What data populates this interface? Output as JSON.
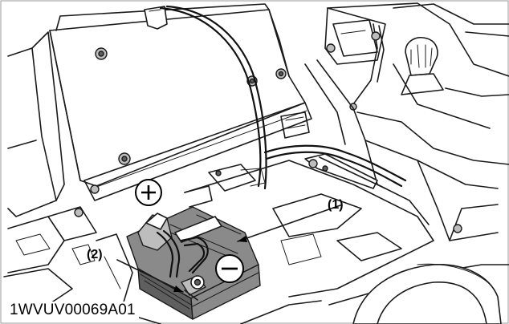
{
  "figure_code": "1WVUV00069A01",
  "callouts": {
    "battery_cable": "(1)",
    "terminal_cover": "(2)"
  },
  "symbols": {
    "positive": "+",
    "negative": "−"
  },
  "colors": {
    "line": "#1a1a1a",
    "battery_fill": "#8a8a8a",
    "background": "#ffffff"
  }
}
